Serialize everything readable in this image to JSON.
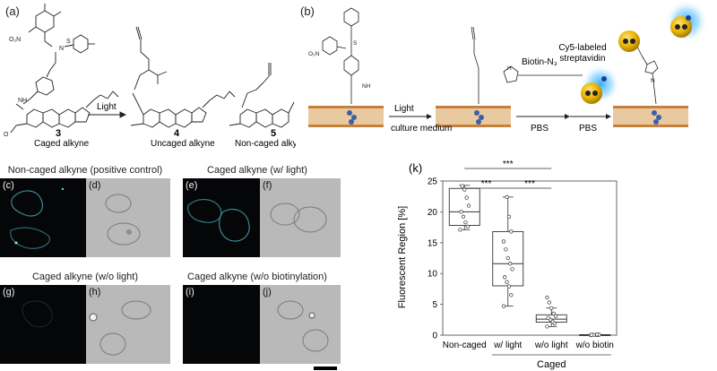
{
  "panels": {
    "a": "(a)",
    "b": "(b)",
    "k": "(k)"
  },
  "scheme_a": {
    "compound3_num": "3",
    "compound3_name": "Caged alkyne",
    "arrow_label": "Light",
    "compound4_num": "4",
    "compound4_name": "Uncaged alkyne",
    "compound5_num": "5",
    "compound5_name": "Non-caged alkyne",
    "atoms": {
      "no2": "O₂N",
      "o": "O",
      "s": "S",
      "n": "N",
      "nh": "NH",
      "h": "H"
    }
  },
  "scheme_b": {
    "step1_top": "Light",
    "step1_bottom": "culture medium",
    "step2_top": "Biotin-N₃",
    "step2_bottom": "PBS",
    "step3_bottom": "PBS",
    "streptavidin_label_line1": "Cy5-labeled",
    "streptavidin_label_line2": "streptavidin"
  },
  "micrographs": {
    "titles": [
      "Non-caged alkyne (positive control)",
      "Caged alkyne (w/ light)",
      "Caged alkyne (w/o light)",
      "Caged alkyne (w/o biotinylation)"
    ],
    "tags": [
      "(c)",
      "(d)",
      "(e)",
      "(f)",
      "(g)",
      "(h)",
      "(i)",
      "(j)"
    ]
  },
  "chart_data": {
    "type": "box",
    "ylabel": "Fluorescent Region [%]",
    "ylim": [
      0,
      25
    ],
    "yticks": [
      "0",
      "5",
      "10",
      "15",
      "20",
      "25"
    ],
    "categories": [
      "Non-caged",
      "w/ light",
      "w/o light",
      "w/o biotin"
    ],
    "group_label": "Caged",
    "boxes": [
      {
        "min": 17.1,
        "q1": 17.8,
        "median": 20.0,
        "q3": 23.8,
        "max": 24.3,
        "points": [
          17.1,
          17.6,
          18.3,
          19.2,
          20.0,
          21.0,
          22.3,
          23.6,
          24.2
        ]
      },
      {
        "min": 4.7,
        "q1": 8.0,
        "median": 11.6,
        "q3": 16.8,
        "max": 22.4,
        "points": [
          4.7,
          6.5,
          7.9,
          8.6,
          9.4,
          10.7,
          11.6,
          12.5,
          13.9,
          15.2,
          16.8,
          19.2,
          22.4
        ]
      },
      {
        "min": 1.4,
        "q1": 2.1,
        "median": 2.6,
        "q3": 3.3,
        "max": 4.4,
        "points": [
          1.4,
          1.9,
          2.2,
          2.5,
          2.8,
          3.1,
          3.5,
          4.4,
          5.3,
          6.1
        ]
      },
      {
        "min": 0.0,
        "q1": 0.02,
        "median": 0.05,
        "q3": 0.08,
        "max": 0.1,
        "points": [
          0.0,
          0.02,
          0.04,
          0.05,
          0.06,
          0.08,
          0.1
        ]
      }
    ],
    "significance": [
      {
        "from": 0,
        "to": 2,
        "label": "***"
      },
      {
        "from": 0,
        "to": 1,
        "label": "***"
      },
      {
        "from": 1,
        "to": 2,
        "label": "***"
      }
    ]
  }
}
